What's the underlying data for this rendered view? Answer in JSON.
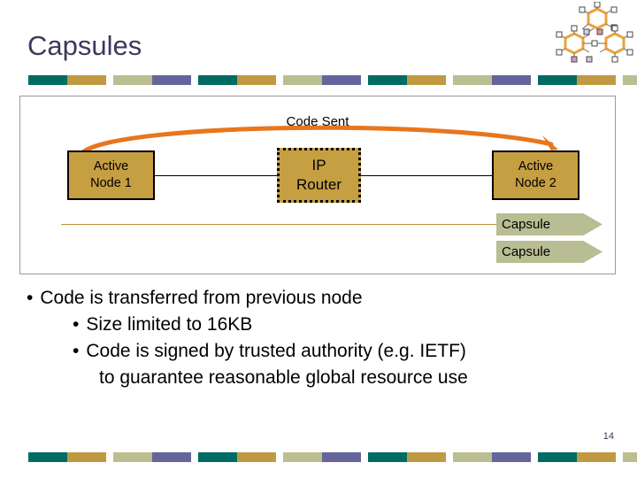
{
  "slide": {
    "title": "Capsules",
    "page_number": "14",
    "title_color": "#3b3a5c"
  },
  "palette": {
    "teal": "#006b63",
    "gold": "#c09a42",
    "sage": "#bbbe91",
    "purple": "#64659b",
    "node_fill": "#c69f43",
    "arrow_orange": "#e8761d",
    "capsule_fill": "#b9bd93",
    "box_border": "#9a9a9a",
    "gold_line": "#b8912f"
  },
  "color_bar": {
    "groups": 5,
    "swatches": [
      "teal",
      "gold",
      "sage",
      "purple"
    ]
  },
  "molecule_graphic": {
    "name": "molecule-network-graphic",
    "ring_color": "#e8a33d",
    "rings": 3
  },
  "diagram": {
    "code_sent_label": "Code Sent",
    "nodes": [
      {
        "id": "active-node-1",
        "line1": "Active",
        "line2": "Node 1",
        "border": "solid"
      },
      {
        "id": "ip-router",
        "line1": "IP",
        "line2": "Router",
        "border": "dotted"
      },
      {
        "id": "active-node-2",
        "line1": "Active",
        "line2": "Node 2",
        "border": "solid"
      }
    ],
    "capsules": [
      {
        "label": "Capsule"
      },
      {
        "label": "Capsule"
      }
    ]
  },
  "bullets": {
    "level1": [
      {
        "dot": "•",
        "text": "Code is transferred from previous node"
      }
    ],
    "level2": [
      {
        "dot": "•",
        "text": "Size limited to 16KB"
      },
      {
        "dot": "•",
        "text": "Code is signed by trusted authority (e.g. IETF)"
      }
    ],
    "continuation": "to guarantee reasonable global resource use"
  }
}
